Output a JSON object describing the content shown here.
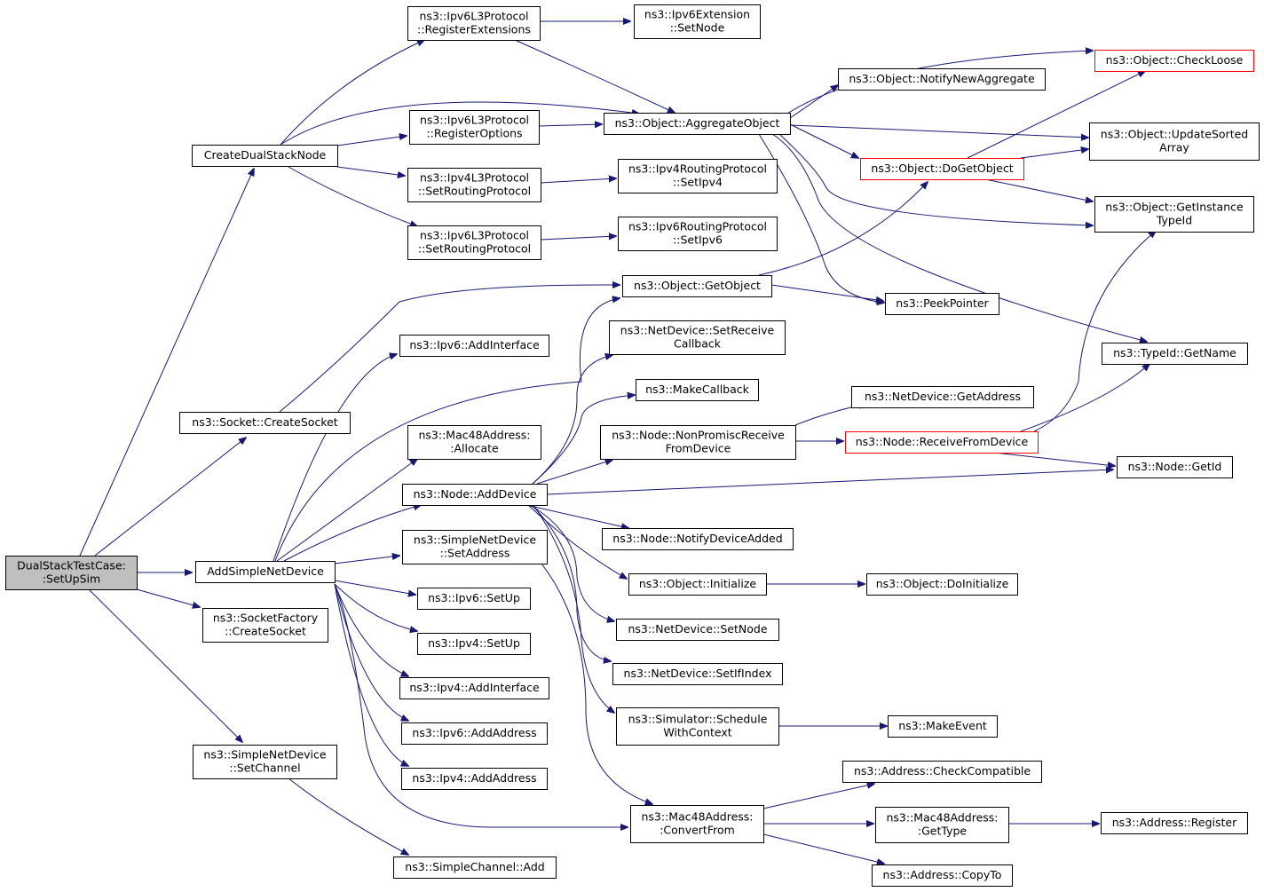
{
  "graph": {
    "edge_color": "#191970",
    "node_border_color": "#000000",
    "truncated_node_border_color": "#ff0000",
    "root_fill_color": "#bfbfbf",
    "nodes": [
      {
        "id": "root",
        "lines": [
          "DualStackTestCase:",
          ":SetUpSim"
        ],
        "style": "root"
      },
      {
        "id": "create_dual",
        "lines": [
          "CreateDualStackNode"
        ],
        "style": "normal"
      },
      {
        "id": "create_socket",
        "lines": [
          "ns3::Socket::CreateSocket"
        ],
        "style": "normal"
      },
      {
        "id": "add_simple",
        "lines": [
          "AddSimpleNetDevice"
        ],
        "style": "normal"
      },
      {
        "id": "sockfactory",
        "lines": [
          "ns3::SocketFactory",
          "::CreateSocket"
        ],
        "style": "normal"
      },
      {
        "id": "setchannel",
        "lines": [
          "ns3::SimpleNetDevice",
          "::SetChannel"
        ],
        "style": "normal"
      },
      {
        "id": "ipv6_regext",
        "lines": [
          "ns3::Ipv6L3Protocol",
          "::RegisterExtensions"
        ],
        "style": "normal"
      },
      {
        "id": "ipv6_regopt",
        "lines": [
          "ns3::Ipv6L3Protocol",
          "::RegisterOptions"
        ],
        "style": "normal"
      },
      {
        "id": "ipv4_setrp",
        "lines": [
          "ns3::Ipv4L3Protocol",
          "::SetRoutingProtocol"
        ],
        "style": "normal"
      },
      {
        "id": "ipv6_setrp",
        "lines": [
          "ns3::Ipv6L3Protocol",
          "::SetRoutingProtocol"
        ],
        "style": "normal"
      },
      {
        "id": "ipv6_addif",
        "lines": [
          "ns3::Ipv6::AddInterface"
        ],
        "style": "normal"
      },
      {
        "id": "mac_alloc",
        "lines": [
          "ns3::Mac48Address:",
          ":Allocate"
        ],
        "style": "normal"
      },
      {
        "id": "node_adddev",
        "lines": [
          "ns3::Node::AddDevice"
        ],
        "style": "normal"
      },
      {
        "id": "snd_setaddr",
        "lines": [
          "ns3::SimpleNetDevice",
          "::SetAddress"
        ],
        "style": "normal"
      },
      {
        "id": "ipv6_setup",
        "lines": [
          "ns3::Ipv6::SetUp"
        ],
        "style": "normal"
      },
      {
        "id": "ipv4_setup",
        "lines": [
          "ns3::Ipv4::SetUp"
        ],
        "style": "normal"
      },
      {
        "id": "ipv4_addif",
        "lines": [
          "ns3::Ipv4::AddInterface"
        ],
        "style": "normal"
      },
      {
        "id": "ipv6_addaddr",
        "lines": [
          "ns3::Ipv6::AddAddress"
        ],
        "style": "normal"
      },
      {
        "id": "ipv4_addaddr",
        "lines": [
          "ns3::Ipv4::AddAddress"
        ],
        "style": "normal"
      },
      {
        "id": "simplechan_add",
        "lines": [
          "ns3::SimpleChannel::Add"
        ],
        "style": "normal"
      },
      {
        "id": "ipv6ext_setnode",
        "lines": [
          "ns3::Ipv6Extension",
          "::SetNode"
        ],
        "style": "normal"
      },
      {
        "id": "aggregate",
        "lines": [
          "ns3::Object::AggregateObject"
        ],
        "style": "normal"
      },
      {
        "id": "ipv4rp_setipv4",
        "lines": [
          "ns3::Ipv4RoutingProtocol",
          "::SetIpv4"
        ],
        "style": "normal"
      },
      {
        "id": "ipv6rp_setipv6",
        "lines": [
          "ns3::Ipv6RoutingProtocol",
          "::SetIpv6"
        ],
        "style": "normal"
      },
      {
        "id": "getobject",
        "lines": [
          "ns3::Object::GetObject"
        ],
        "style": "normal"
      },
      {
        "id": "nd_setrecv",
        "lines": [
          "ns3::NetDevice::SetReceive",
          "Callback"
        ],
        "style": "normal"
      },
      {
        "id": "makecallback",
        "lines": [
          "ns3::MakeCallback"
        ],
        "style": "normal"
      },
      {
        "id": "node_nonprom",
        "lines": [
          "ns3::Node::NonPromiscReceive",
          "FromDevice"
        ],
        "style": "normal"
      },
      {
        "id": "node_notify",
        "lines": [
          "ns3::Node::NotifyDeviceAdded"
        ],
        "style": "normal"
      },
      {
        "id": "obj_init",
        "lines": [
          "ns3::Object::Initialize"
        ],
        "style": "normal"
      },
      {
        "id": "nd_setnode",
        "lines": [
          "ns3::NetDevice::SetNode"
        ],
        "style": "normal"
      },
      {
        "id": "nd_setifindex",
        "lines": [
          "ns3::NetDevice::SetIfIndex"
        ],
        "style": "normal"
      },
      {
        "id": "sim_schedule",
        "lines": [
          "ns3::Simulator::Schedule",
          "WithContext"
        ],
        "style": "normal"
      },
      {
        "id": "mac_convert",
        "lines": [
          "ns3::Mac48Address:",
          ":ConvertFrom"
        ],
        "style": "normal"
      },
      {
        "id": "notify_newagg",
        "lines": [
          "ns3::Object::NotifyNewAggregate"
        ],
        "style": "normal"
      },
      {
        "id": "dogetobject",
        "lines": [
          "ns3::Object::DoGetObject"
        ],
        "style": "red"
      },
      {
        "id": "peekpointer",
        "lines": [
          "ns3::PeekPointer"
        ],
        "style": "normal"
      },
      {
        "id": "nd_getaddr",
        "lines": [
          "ns3::NetDevice::GetAddress"
        ],
        "style": "normal"
      },
      {
        "id": "node_recvfromdev",
        "lines": [
          "ns3::Node::ReceiveFromDevice"
        ],
        "style": "red"
      },
      {
        "id": "obj_doinit",
        "lines": [
          "ns3::Object::DoInitialize"
        ],
        "style": "normal"
      },
      {
        "id": "makeevent",
        "lines": [
          "ns3::MakeEvent"
        ],
        "style": "normal"
      },
      {
        "id": "addr_checkcompat",
        "lines": [
          "ns3::Address::CheckCompatible"
        ],
        "style": "normal"
      },
      {
        "id": "mac_gettype",
        "lines": [
          "ns3::Mac48Address:",
          ":GetType"
        ],
        "style": "normal"
      },
      {
        "id": "addr_copyto",
        "lines": [
          "ns3::Address::CopyTo"
        ],
        "style": "normal"
      },
      {
        "id": "checkloose",
        "lines": [
          "ns3::Object::CheckLoose"
        ],
        "style": "red"
      },
      {
        "id": "updatesorted",
        "lines": [
          "ns3::Object::UpdateSorted",
          "Array"
        ],
        "style": "normal"
      },
      {
        "id": "getinstancetypeid",
        "lines": [
          "ns3::Object::GetInstance",
          "TypeId"
        ],
        "style": "normal"
      },
      {
        "id": "typeid_getname",
        "lines": [
          "ns3::TypeId::GetName"
        ],
        "style": "normal"
      },
      {
        "id": "node_getid",
        "lines": [
          "ns3::Node::GetId"
        ],
        "style": "normal"
      },
      {
        "id": "addr_register",
        "lines": [
          "ns3::Address::Register"
        ],
        "style": "normal"
      }
    ]
  }
}
